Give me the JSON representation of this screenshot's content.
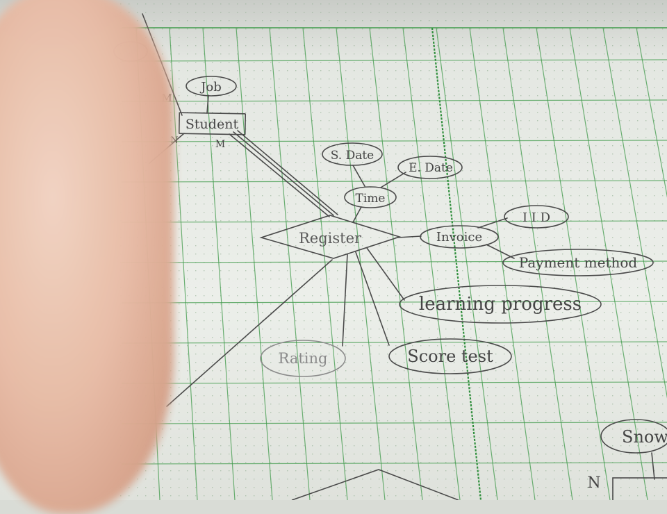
{
  "diagram": {
    "entities": [
      {
        "id": "student",
        "label": "Student"
      }
    ],
    "relationships": [
      {
        "id": "register",
        "label": "Register"
      }
    ],
    "attributes": [
      {
        "id": "job",
        "label": "Job",
        "of": "student"
      },
      {
        "id": "time",
        "label": "Time",
        "of": "register"
      },
      {
        "id": "sdate",
        "label": "S. Date",
        "of": "time"
      },
      {
        "id": "edate",
        "label": "E. Date",
        "of": "time"
      },
      {
        "id": "invoice",
        "label": "Invoice",
        "of": "register"
      },
      {
        "id": "iid",
        "label": "I I D",
        "of": "invoice"
      },
      {
        "id": "payment",
        "label": "Payment method",
        "of": "invoice"
      },
      {
        "id": "progress",
        "label": "learning progress",
        "of": "register"
      },
      {
        "id": "score",
        "label": "Score test",
        "of": "register"
      },
      {
        "id": "rating",
        "label": "Rating",
        "of": "register"
      }
    ],
    "cardinalities": {
      "m_upper": "M",
      "n_left": "N",
      "m_student": "M",
      "n_bottom": "N"
    },
    "partial_labels": {
      "bottom_right": "Snow"
    }
  }
}
